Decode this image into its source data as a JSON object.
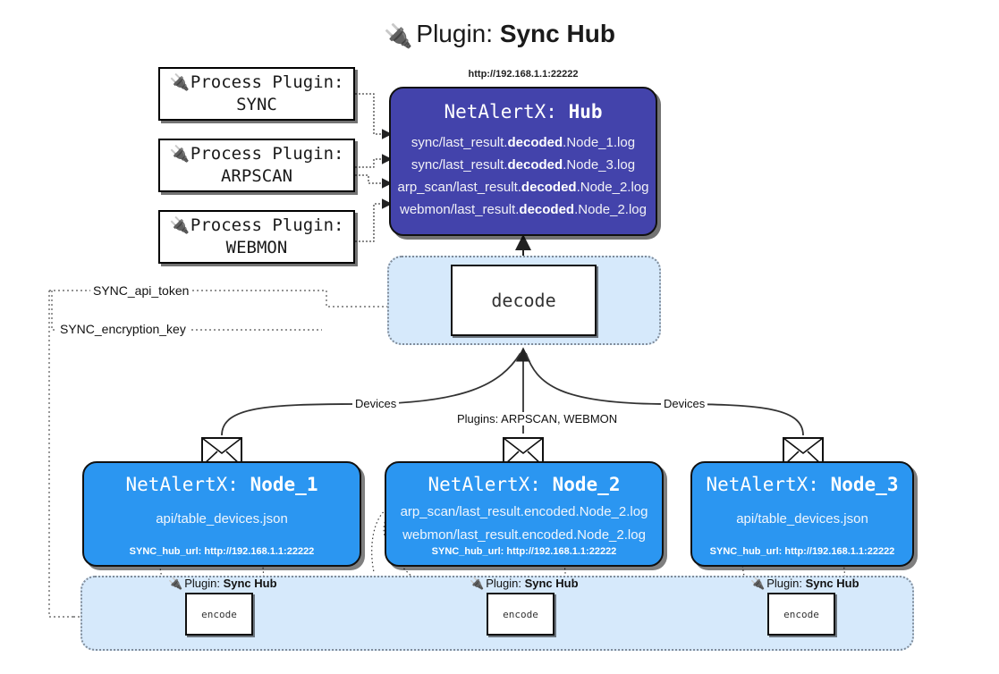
{
  "title": {
    "icon": "plug-icon",
    "prefix": "Plugin:",
    "name": "Sync Hub"
  },
  "process_plugins": [
    {
      "icon": "plug-icon",
      "line1": "Process Plugin:",
      "line2": "SYNC"
    },
    {
      "icon": "plug-icon",
      "line1": "Process Plugin:",
      "line2": "ARPSCAN"
    },
    {
      "icon": "plug-icon",
      "line1": "Process Plugin:",
      "line2": "WEBMON"
    }
  ],
  "hub": {
    "url": "http://192.168.1.1:22222",
    "title_prefix": "NetAlertX:",
    "title_name": "Hub",
    "logs": [
      {
        "pre": "sync/last_result.",
        "mid": "decoded",
        "post": ".Node_1.log"
      },
      {
        "pre": "sync/last_result.",
        "mid": "decoded",
        "post": ".Node_3.log"
      },
      {
        "pre": "arp_scan/last_result.",
        "mid": "decoded",
        "post": ".Node_2.log"
      },
      {
        "pre": "webmon/last_result.",
        "mid": "decoded",
        "post": ".Node_2.log"
      }
    ]
  },
  "decode": {
    "label": "decode"
  },
  "secrets": [
    {
      "label": "SYNC_api_token"
    },
    {
      "label": "SYNC_encryption_key"
    }
  ],
  "edge_labels": {
    "devices_left": "Devices",
    "devices_right": "Devices",
    "plugins_center": "Plugins: ARPSCAN, WEBMON"
  },
  "nodes": [
    {
      "title_prefix": "NetAlertX:",
      "title_name": "Node_1",
      "lines": [
        "api/table_devices.json"
      ],
      "footer": "SYNC_hub_url: http://192.168.1.1:22222",
      "plugin_caption_prefix": "Plugin:",
      "plugin_caption_name": "Sync Hub",
      "encode_label": "encode"
    },
    {
      "title_prefix": "NetAlertX:",
      "title_name": "Node_2",
      "lines": [
        "arp_scan/last_result.encoded.Node_2.log",
        "webmon/last_result.encoded.Node_2.log"
      ],
      "footer": "SYNC_hub_url: http://192.168.1.1:22222",
      "plugin_caption_prefix": "Plugin:",
      "plugin_caption_name": "Sync Hub",
      "encode_label": "encode"
    },
    {
      "title_prefix": "NetAlertX:",
      "title_name": "Node_3",
      "lines": [
        "api/table_devices.json"
      ],
      "footer": "SYNC_hub_url: http://192.168.1.1:22222",
      "plugin_caption_prefix": "Plugin:",
      "plugin_caption_name": "Sync Hub",
      "encode_label": "encode"
    }
  ],
  "colors": {
    "hub_fill": "#4343ab",
    "node_fill": "#2b96f1",
    "zone_fill": "#d6e9fb",
    "stroke": "#111111"
  }
}
